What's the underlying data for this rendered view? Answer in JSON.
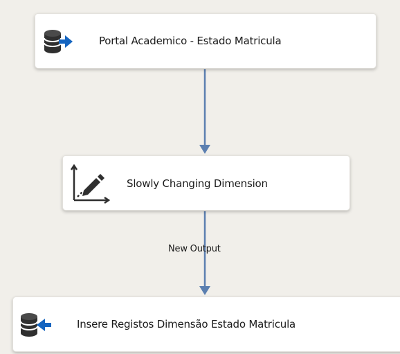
{
  "canvas": {
    "background": "#f1efea",
    "connector_color": "#5b7fb0"
  },
  "nodes": {
    "source": {
      "label": "Portal Academico - Estado Matricula",
      "icon": "database-source-icon"
    },
    "scd": {
      "label": "Slowly Changing Dimension",
      "icon": "slowly-changing-dimension-icon"
    },
    "destination": {
      "label": "Insere Registos Dimensão Estado Matricula",
      "icon": "database-destination-icon"
    }
  },
  "paths": {
    "scd_to_destination": {
      "label": "New Output"
    }
  }
}
